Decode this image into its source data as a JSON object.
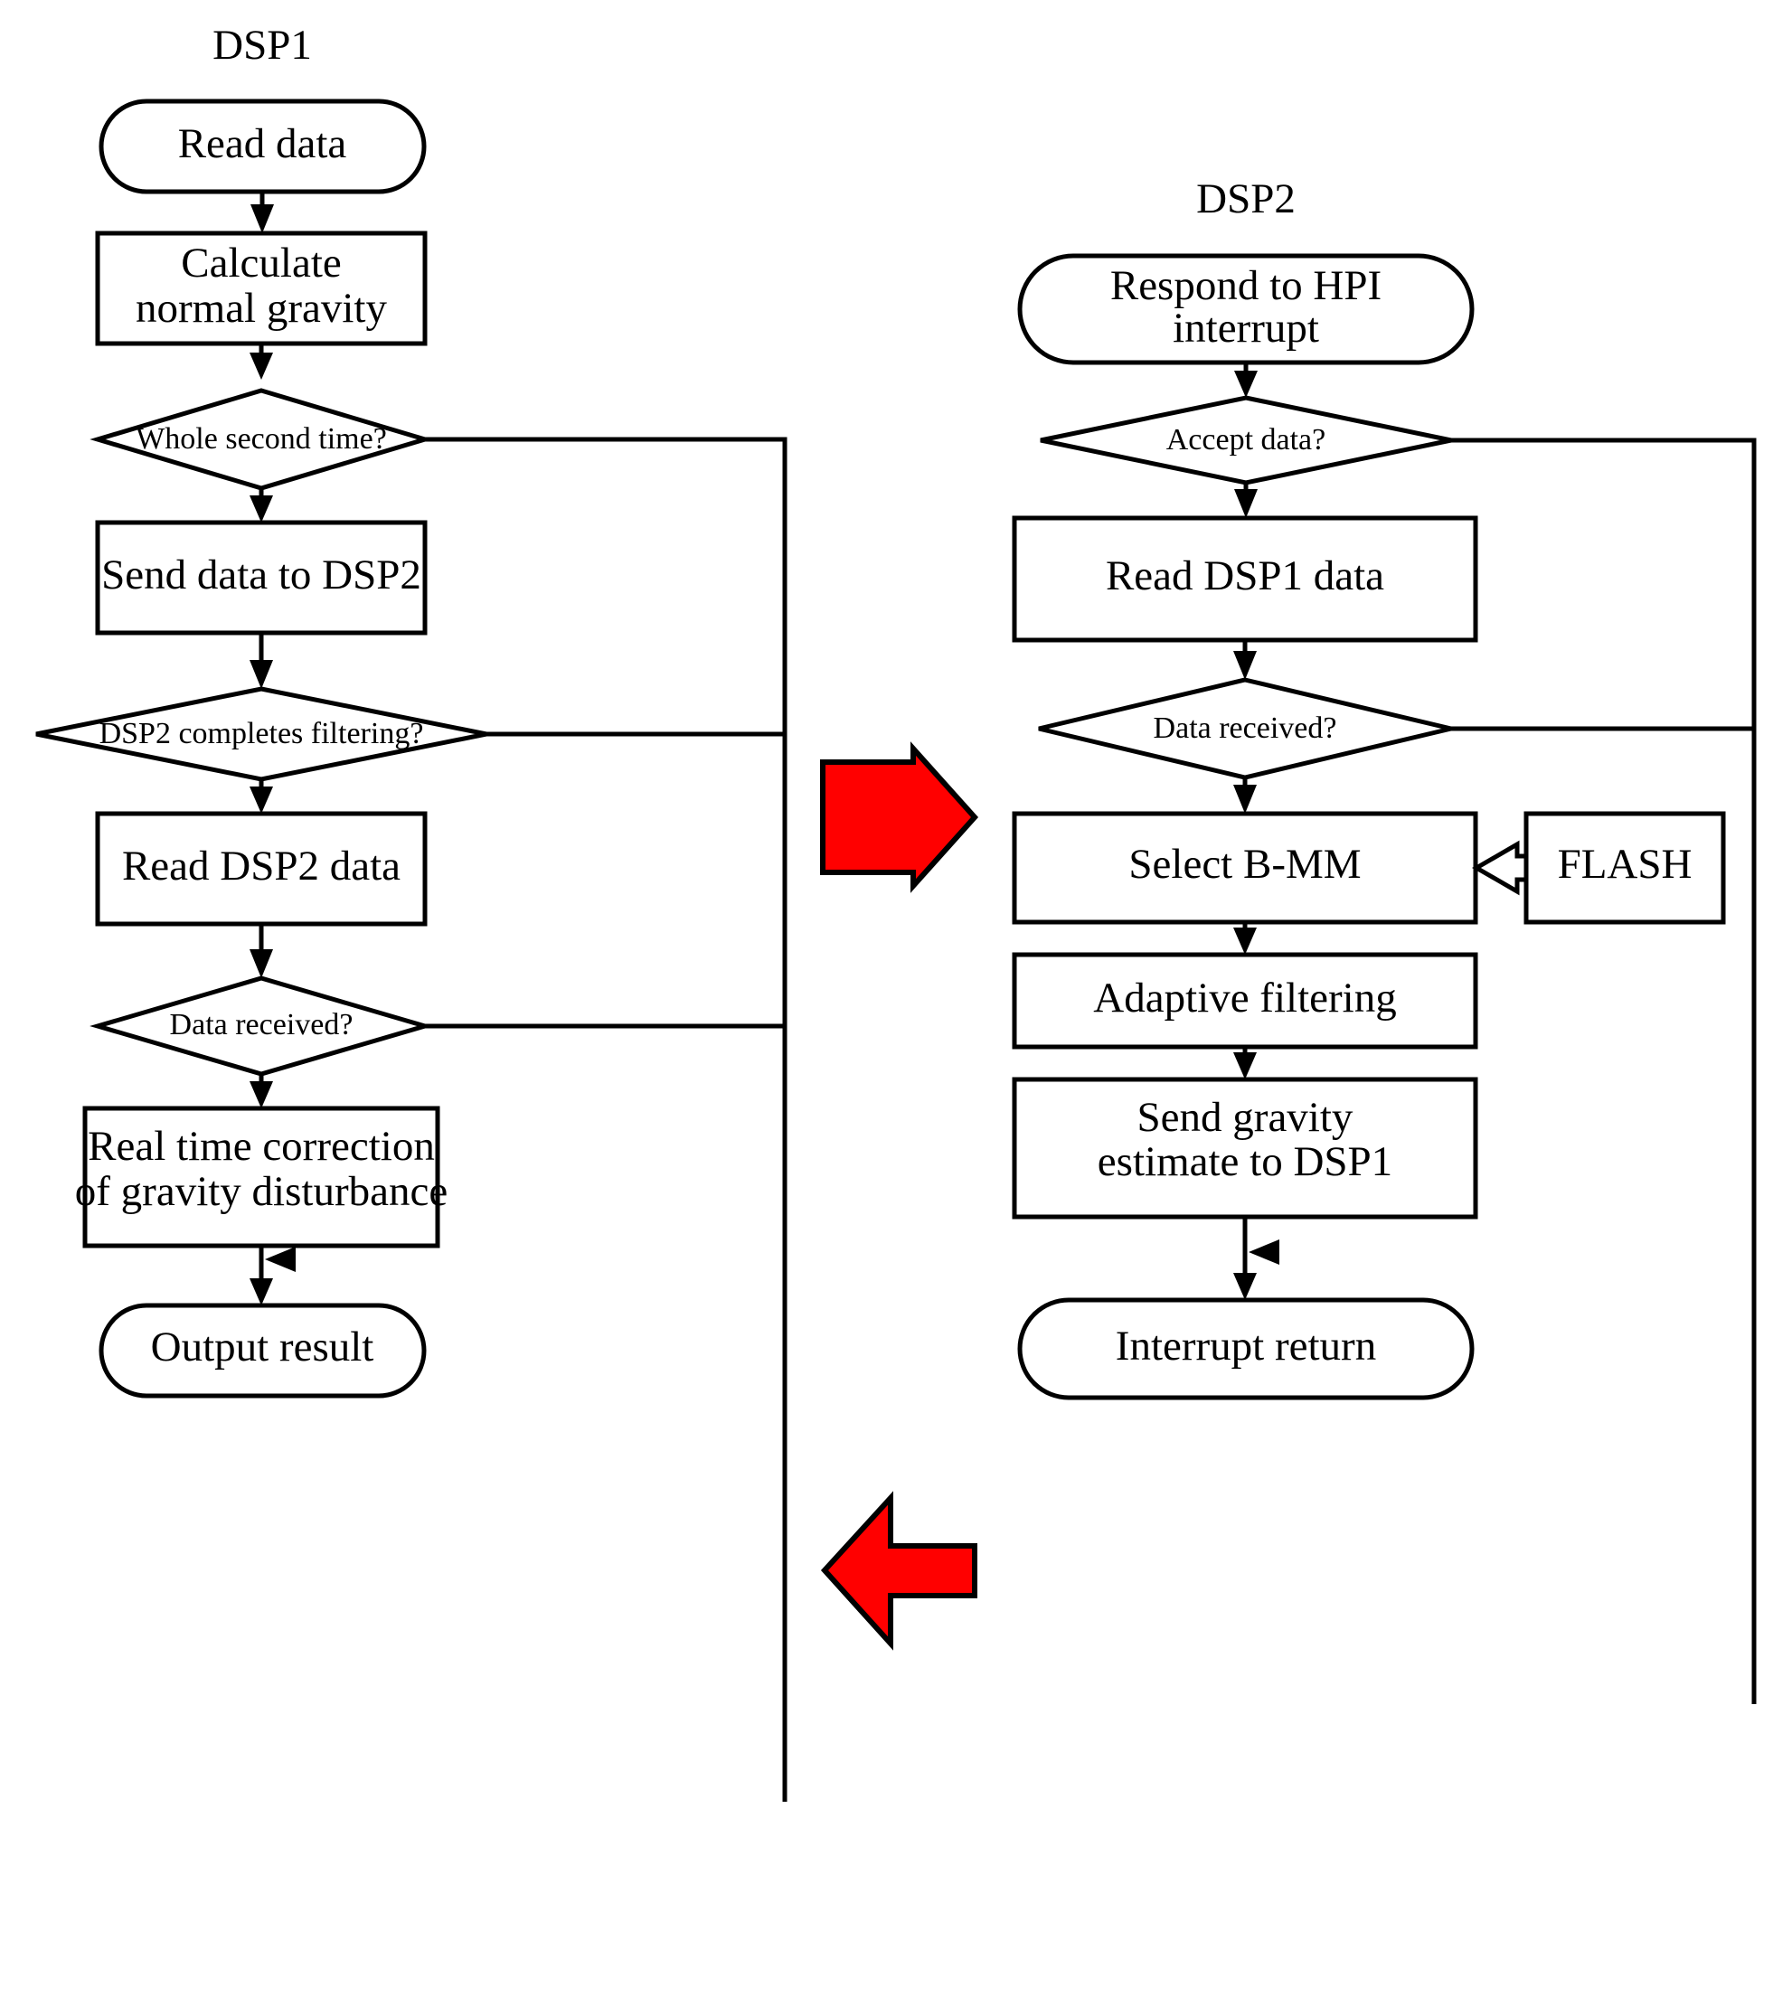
{
  "diagram": {
    "type": "flowchart",
    "title_left": "DSP1",
    "title_right": "DSP2",
    "colors": {
      "stroke": "#000000",
      "fill": "#FFFFFF",
      "transfer_arrow": "#FF0000",
      "flash_arrow": "#FFFFFF"
    }
  },
  "columns": {
    "left": {
      "header": "DSP1",
      "nodes": [
        {
          "id": "l1",
          "shape": "stadium",
          "text": "Read data"
        },
        {
          "id": "l2",
          "shape": "process",
          "line1": "Calculate",
          "line2": "normal gravity"
        },
        {
          "id": "l3",
          "shape": "decision",
          "text": "Whole second time?"
        },
        {
          "id": "l4",
          "shape": "process",
          "text": "Send data to DSP2"
        },
        {
          "id": "l5",
          "shape": "decision",
          "text": "DSP2 completes filtering?"
        },
        {
          "id": "l6",
          "shape": "process",
          "text": "Read DSP2 data"
        },
        {
          "id": "l7",
          "shape": "decision",
          "text": "Data received?"
        },
        {
          "id": "l8",
          "shape": "process",
          "line1": "Real time correction",
          "line2": "of gravity disturbance"
        },
        {
          "id": "l9",
          "shape": "stadium",
          "text": "Output result"
        }
      ]
    },
    "right": {
      "header": "DSP2",
      "nodes": [
        {
          "id": "r1",
          "shape": "stadium",
          "line1": "Respond to HPI",
          "line2": "interrupt"
        },
        {
          "id": "r2",
          "shape": "decision",
          "text": "Accept data?"
        },
        {
          "id": "r3",
          "shape": "process",
          "text": "Read DSP1 data"
        },
        {
          "id": "r4",
          "shape": "decision",
          "text": "Data received?"
        },
        {
          "id": "r5",
          "shape": "process",
          "text": "Select B-MM"
        },
        {
          "id": "r6",
          "shape": "process",
          "text": "Adaptive filtering"
        },
        {
          "id": "r7",
          "shape": "process",
          "line1": "Send gravity",
          "line2": "estimate to DSP1"
        },
        {
          "id": "r8",
          "shape": "stadium",
          "text": "Interrupt return"
        }
      ],
      "side_nodes": [
        {
          "id": "flash",
          "shape": "process",
          "text": "FLASH"
        }
      ]
    }
  },
  "transfers": [
    {
      "id": "t1",
      "direction": "right",
      "from": "Send data to DSP2",
      "to": "Read DSP1 data"
    },
    {
      "id": "t2",
      "direction": "left",
      "from": "Send gravity estimate to DSP1",
      "to": "Real time correction of gravity disturbance"
    }
  ]
}
